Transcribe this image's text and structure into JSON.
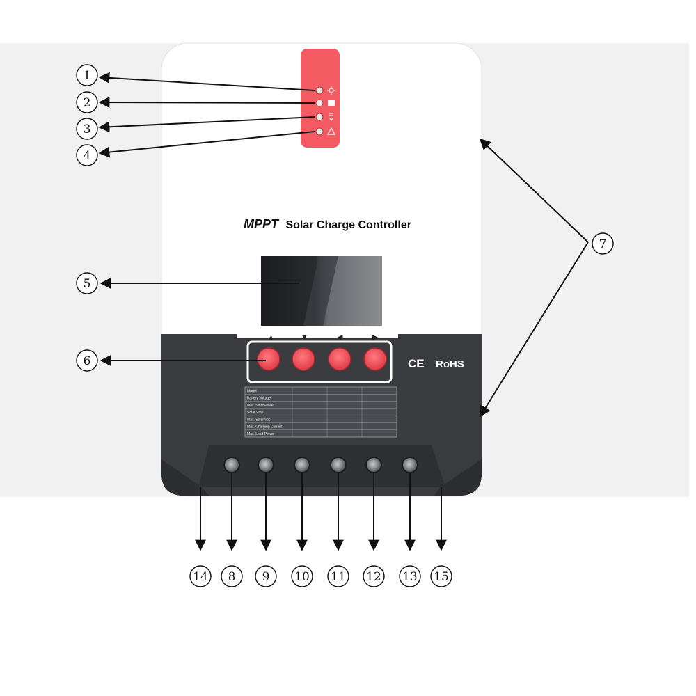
{
  "device": {
    "brand_prefix": "MPPT",
    "title_rest": "Solar Charge Controller",
    "cert_ce": "CE",
    "cert_rohs": "RoHS",
    "accent_color": "#f45a62",
    "button_color": "#ef4650",
    "body_color": "#ffffff",
    "base_color": "#3a3b3f"
  },
  "button_arrows": [
    "▲",
    "▼",
    "◀",
    "▶"
  ],
  "led_icons": [
    "sun-icon",
    "battery-icon",
    "load-icon",
    "warning-icon"
  ],
  "spec_table": [
    [
      "Model",
      "",
      ""
    ],
    [
      "Battery Voltage",
      "",
      ""
    ],
    [
      "Max. Solar Power",
      "",
      ""
    ],
    [
      "Solar Vmp",
      "",
      ""
    ],
    [
      "Max. Solar Voc",
      "",
      ""
    ],
    [
      "Max. Charging Current",
      "",
      ""
    ],
    [
      "Max. Load Power",
      "",
      ""
    ]
  ],
  "callouts": {
    "c1": "1",
    "c2": "2",
    "c3": "3",
    "c4": "4",
    "c5": "5",
    "c6": "6",
    "c7": "7",
    "c8": "8",
    "c9": "9",
    "c10": "10",
    "c11": "11",
    "c12": "12",
    "c13": "13",
    "c14": "14",
    "c15": "15"
  }
}
